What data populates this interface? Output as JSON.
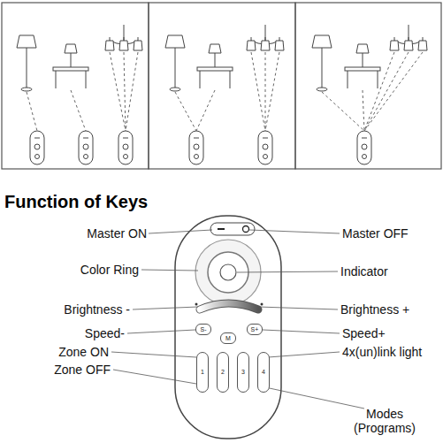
{
  "diagram": {
    "title": "Function of Keys",
    "nodes": [
      {
        "text": [
          "S-"
        ]
      },
      {
        "text": [
          "M"
        ]
      },
      {
        "text": [
          "S+"
        ]
      },
      {
        "text": [
          "1"
        ]
      },
      {
        "text": [
          "2"
        ]
      },
      {
        "text": [
          "3"
        ]
      },
      {
        "text": [
          "4"
        ]
      }
    ],
    "labels": [
      "Master ON",
      "Master OFF",
      "Color Ring",
      "Indicator",
      "Brightness -",
      "Brightness +",
      "Speed-",
      "Speed+",
      "Zone ON",
      "4x(un)link light",
      "Zone OFF",
      "Modes (Programs)"
    ]
  }
}
